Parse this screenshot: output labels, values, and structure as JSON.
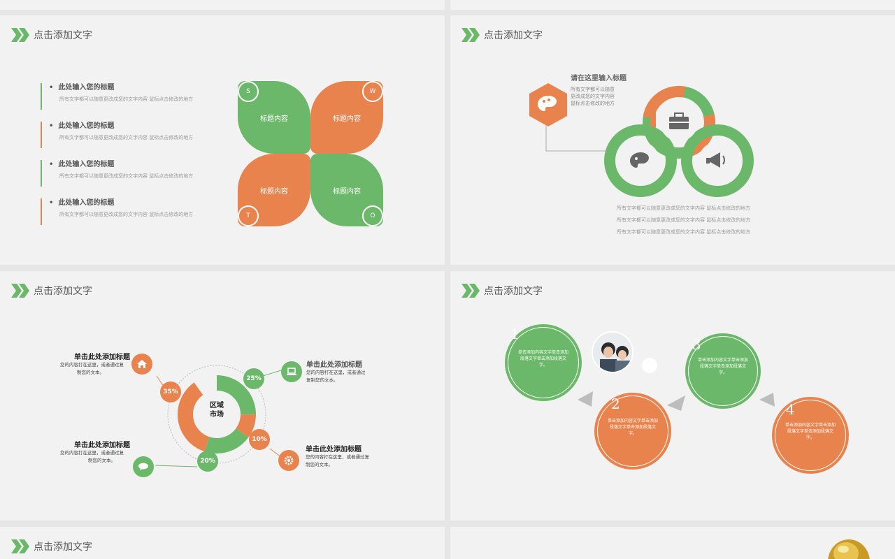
{
  "colors": {
    "green": "#6cb86a",
    "orange": "#e9834e",
    "bg": "#f2f2f2"
  },
  "slide_title": "点击添加文字",
  "slide1": {
    "items": [
      {
        "title": "此处输入您的标题",
        "desc": "所有文字都可以随意更改成您的文字内容  鼠标点击修改的地方"
      },
      {
        "title": "此处输入您的标题",
        "desc": "所有文字都可以随意更改成您的文字内容  鼠标点击修改的地方"
      },
      {
        "title": "此处输入您的标题",
        "desc": "所有文字都可以随意更改成您的文字内容  鼠标点击修改的地方"
      },
      {
        "title": "此处输入您的标题",
        "desc": "所有文字都可以随意更改成您的文字内容  鼠标点击修改的地方"
      }
    ],
    "leaf_label": "标题内容",
    "swot": [
      "S",
      "W",
      "T",
      "O"
    ]
  },
  "slide2": {
    "heading": "请在这里输入标题",
    "desc": [
      "所有文字都可以随意",
      "更改成您的文字内容",
      "鼠标点击修改的地方"
    ],
    "lines": [
      "所有文字都可以随意更改成您的文字内容  鼠标点击修改的地方",
      "所有文字都可以随意更改成您的文字内容  鼠标点击修改的地方",
      "所有文字都可以随意更改成您的文字内容  鼠标点击修改的地方"
    ]
  },
  "slide3": {
    "center": [
      "区域",
      "市场"
    ],
    "percent": [
      "35%",
      "25%",
      "10%",
      "20%"
    ],
    "blocks": [
      {
        "title": "单击此处添加标题",
        "desc": [
          "您的内容打在这里，或者通过复",
          "制您的文本。"
        ]
      },
      {
        "title": "单击此处添加标题",
        "desc": [
          "您的内容打在这里，或者通过",
          "复制您的文本。"
        ]
      },
      {
        "title": "单击此处添加标题",
        "desc": [
          "您的内容打在这里，或者通过复",
          "制您的文本。"
        ]
      },
      {
        "title": "单击此处添加标题",
        "desc": [
          "您的内容打在这里，或者通过复",
          "制您的文本。"
        ]
      }
    ]
  },
  "slide4": {
    "bubbles": [
      {
        "num": "1",
        "text": "单击添加内容文字单击添加段落文字单击添加段落文字。"
      },
      {
        "num": "2",
        "text": "单击添加内容文字单击添加段落文字单击添加段落文字。"
      },
      {
        "num": "3",
        "text": "单击添加内容文字单击添加段落文字单击添加段落文字。"
      },
      {
        "num": "4",
        "text": "单击添加内容文字单击添加段落文字单击添加段落文字。"
      }
    ]
  }
}
